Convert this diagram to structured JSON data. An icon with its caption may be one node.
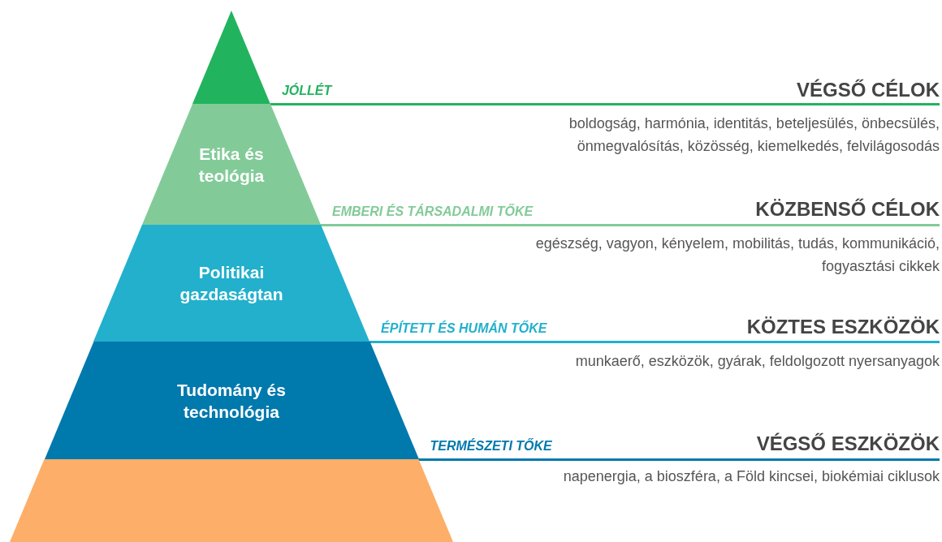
{
  "diagram": {
    "nodes": [
      {
        "text": [],
        "shape": "triangle",
        "beside": [
          "JÓLLÉT"
        ]
      },
      {
        "text": [
          "Etika és teológia"
        ],
        "beside": [
          "EMBERI ÉS TÁRSADALMI TŐKE"
        ]
      },
      {
        "text": [
          "Politikai gazdaságtan"
        ],
        "beside": [
          "ÉPÍTETT ÉS HUMÁN TŐKE"
        ]
      },
      {
        "text": [
          "Tudomány és technológia"
        ],
        "beside": [
          "TERMÉSZETI TŐKE"
        ]
      },
      {
        "text": [],
        "shape": "trapezoid"
      }
    ],
    "labels": [
      "VÉGSŐ CÉLOK",
      "boldogság, harmónia, identitás, beteljesülés, önbecsülés, önmegvalósítás, közösség, kiemelkedés, felvilágosodás",
      "KÖZBENSŐ CÉLOK",
      "egészség, vagyon, kényelem, mobilitás, tudás, kommunikáció, fogyasztási cikkek",
      "KÖZTES ESZKÖZÖK",
      "munkaerő, eszközök, gyárak, feldolgozott nyersanyagok",
      "VÉGSŐ ESZKÖZÖK",
      "napenergia, a bioszféra, a Föld kincsei, biokémiai ciklusok"
    ]
  }
}
